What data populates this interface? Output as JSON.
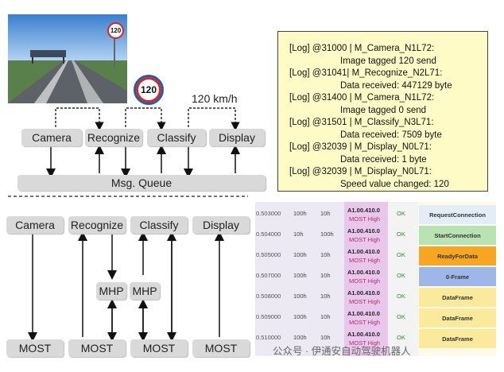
{
  "top": {
    "sign_large": "120",
    "sign_small": "120",
    "speed_label": "120 km/h",
    "components": [
      "Camera",
      "Recognize",
      "Classify",
      "Display"
    ],
    "queue": "Msg. Queue"
  },
  "log": [
    {
      "text": "[Log] @31000 | M_Camera_N1L72:",
      "indent": false
    },
    {
      "text": "Image tagged 120 send",
      "indent": true
    },
    {
      "text": "[Log] @31041| M_Recognize_N2L71:",
      "indent": false
    },
    {
      "text": "Data received: 447129 byte",
      "indent": true
    },
    {
      "text": "[Log] @31400 | M_Camera_N1L72:",
      "indent": false
    },
    {
      "text": "Image tagged 0 send",
      "indent": true
    },
    {
      "text": "[Log] @31501 | M_Classify_N3L71:",
      "indent": false
    },
    {
      "text": "Data received: 7509 byte",
      "indent": true
    },
    {
      "text": "[Log] @32039 | M_Display_N0L71:",
      "indent": false
    },
    {
      "text": "Data received: 1 byte",
      "indent": true
    },
    {
      "text": "[Log] @32039 | M_Display_N0L71:",
      "indent": false
    },
    {
      "text": "Speed value changed: 120",
      "indent": true
    }
  ],
  "bottom": {
    "components": [
      "Camera",
      "Recognize",
      "Classify",
      "Display"
    ],
    "mhp": [
      "MHP",
      "MHP"
    ],
    "most": [
      "MOST",
      "MOST",
      "MOST",
      "MOST"
    ]
  },
  "trace": {
    "rows": [
      {
        "time": "0.503000",
        "a": "100h",
        "b": "10h",
        "id": "A1.00.410.0",
        "tag": "MOST High",
        "status": "OK"
      },
      {
        "time": "0.504000",
        "a": "10h",
        "b": "100h",
        "id": "A1.00.410.0",
        "tag": "MOST High",
        "status": "OK"
      },
      {
        "time": "0.505000",
        "a": "100h",
        "b": "10h",
        "id": "A1.00.410.0",
        "tag": "MOST High",
        "status": "OK"
      },
      {
        "time": "0.507000",
        "a": "100h",
        "b": "10h",
        "id": "A1.00.410.0",
        "tag": "MOST High",
        "status": "OK"
      },
      {
        "time": "0.508000",
        "a": "100h",
        "b": "10h",
        "id": "A1.00.410.0",
        "tag": "MOST High",
        "status": "OK"
      },
      {
        "time": "0.509000",
        "a": "100h",
        "b": "10h",
        "id": "A1.00.410.0",
        "tag": "MOST High",
        "status": "OK"
      },
      {
        "time": "0.510000",
        "a": "100h",
        "b": "10h",
        "id": "A1.00.410.0",
        "tag": "MOST High",
        "status": "OK"
      }
    ],
    "events": [
      {
        "label": "RequestConnection",
        "color": "#e3edf7"
      },
      {
        "label": "StartConnection",
        "color": "#b9e3b2"
      },
      {
        "label": "ReadyForData",
        "color": "#f6a623"
      },
      {
        "label": "0-Frame",
        "color": "#9fb7e8"
      },
      {
        "label": "DataFrame",
        "color": "#fbe99c"
      },
      {
        "label": "DataFrame",
        "color": "#fbe99c"
      },
      {
        "label": "DataFrame",
        "color": "#fbe99c"
      }
    ]
  },
  "watermark": "公众号 · 伊通安自动驾驶机器人"
}
